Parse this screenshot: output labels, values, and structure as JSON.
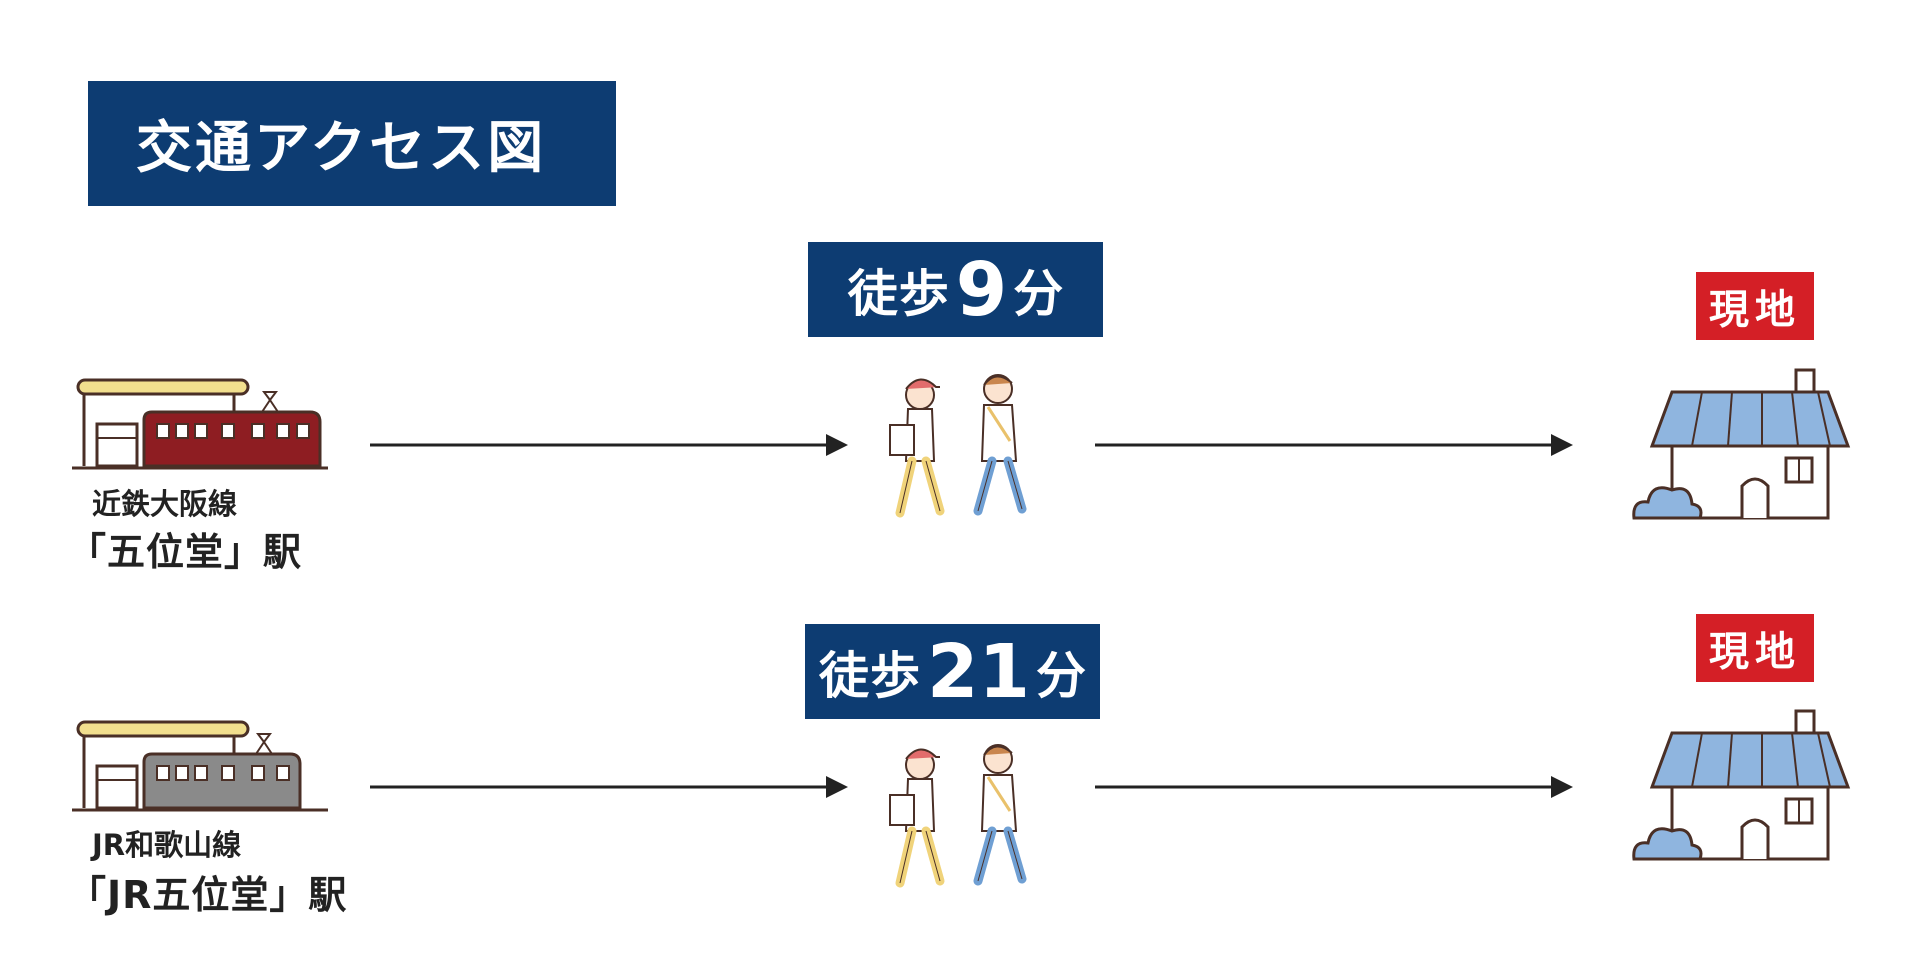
{
  "title": "交通アクセス図",
  "routes": [
    {
      "line": "近鉄大阪線",
      "station": "「五位堂」駅",
      "walk_prefix": "徒歩",
      "walk_minutes": "9",
      "walk_unit": "分",
      "destination": "現地",
      "train_color": "#8e1d22"
    },
    {
      "line": "JR和歌山線",
      "station": "「JR五位堂」駅",
      "walk_prefix": "徒歩",
      "walk_minutes": "21",
      "walk_unit": "分",
      "destination": "現地",
      "train_color": "#8a8a8a"
    }
  ],
  "colors": {
    "navy": "#0d3c72",
    "red": "#d41f26",
    "roof_blue": "#8fb5df",
    "canopy": "#f2df8e",
    "outline": "#4a2f26"
  }
}
